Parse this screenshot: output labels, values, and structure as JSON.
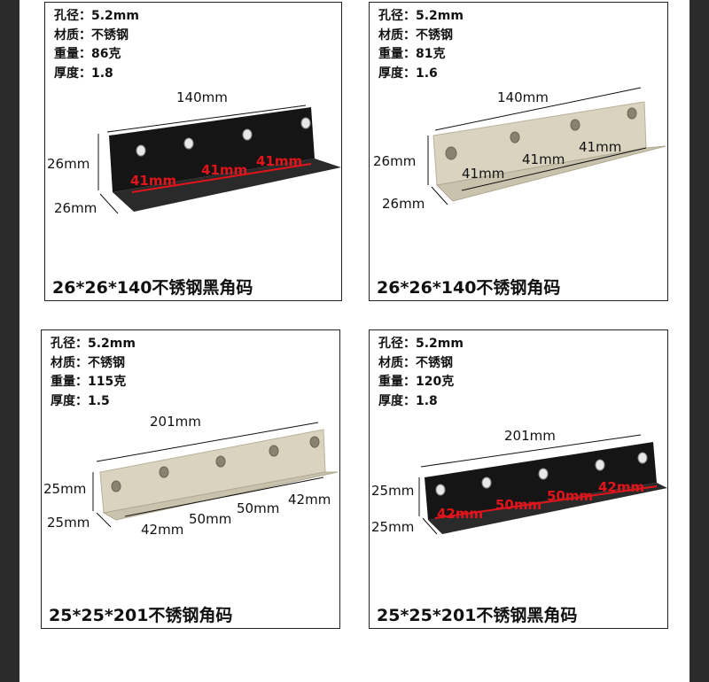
{
  "cards": [
    {
      "specs": [
        "孔径：5.2mm",
        "材质：不锈钢",
        "重量：86克",
        "厚度：1.8"
      ],
      "length": "140mm",
      "height": "26mm",
      "depth": "26mm",
      "spacings": [
        "41mm",
        "41mm",
        "41mm"
      ],
      "caption": "26*26*140不锈钢黑角码",
      "finish": "black"
    },
    {
      "specs": [
        "孔径：5.2mm",
        "材质：不锈钢",
        "重量：81克",
        "厚度：1.6"
      ],
      "length": "140mm",
      "height": "26mm",
      "depth": "26mm",
      "spacings": [
        "41mm",
        "41mm",
        "41mm"
      ],
      "caption": "26*26*140不锈钢角码",
      "finish": "silver"
    },
    {
      "specs": [
        "孔径：5.2mm",
        "材质：不锈钢",
        "重量：115克",
        "厚度：1.5"
      ],
      "length": "201mm",
      "height": "25mm",
      "depth": "25mm",
      "spacings": [
        "42mm",
        "50mm",
        "50mm",
        "42mm"
      ],
      "caption": "25*25*201不锈钢角码",
      "finish": "silver"
    },
    {
      "specs": [
        "孔径：5.2mm",
        "材质：不锈钢",
        "重量：120克",
        "厚度：1.8"
      ],
      "length": "201mm",
      "height": "25mm",
      "depth": "25mm",
      "spacings": [
        "42mm",
        "50mm",
        "50mm",
        "42mm"
      ],
      "caption": "25*25*201不锈钢黑角码",
      "finish": "black"
    }
  ],
  "colors": {
    "black_steel": "#151515",
    "silver_steel": "#d9d3c0",
    "dimension_red": "#e0141b"
  }
}
